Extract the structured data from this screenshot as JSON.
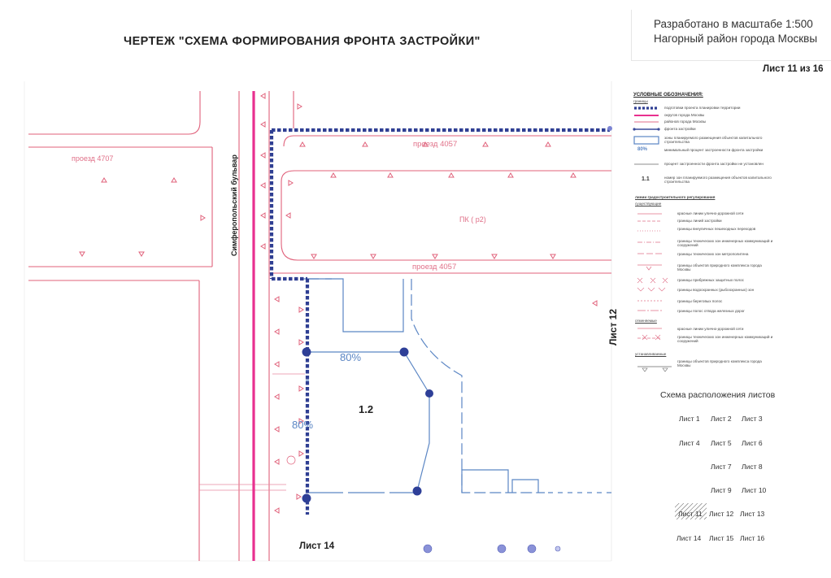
{
  "header": {
    "title": "ЧЕРТЕЖ \"СХЕМА ФОРМИРОВАНИЯ ФРОНТА ЗАСТРОЙКИ\"",
    "scale_note": "Разработано в масштабе 1:500",
    "district": "Нагорный район города Москвы",
    "sheet_number": "Лист 11 из 16"
  },
  "map": {
    "street_proezd_4707": "проезд 4707",
    "street_proezd_4057_top": "проезд 4057",
    "street_proezd_4057_bottom": "проезд 4057",
    "boulevard": "Симферопольский бульвар",
    "pk_label": "ПК ( р2)",
    "zone_label": "1.2",
    "percent_top": "80%",
    "percent_side": "80%",
    "sheet_right": "Лист 12",
    "sheet_bottom": "Лист 14"
  },
  "legend": {
    "title": "УСЛОВНЫЕ ОБОЗНАЧЕНИЯ:",
    "sub_general": "границы",
    "items": [
      "подготовки проекта планировки территории",
      "округов города Москвы",
      "районов города Москвы",
      "фронта застройки",
      "зоны планируемого размещения объектов капитального строительства",
      "минимальный процент застроенности фронта застройки",
      "процент застроенности фронта застройки не установлен",
      "номер зон планируемого размещения объектов капитального строительства"
    ],
    "sample_number": "1.1",
    "sample_percent": "80%",
    "section_title": "линии градостроительного регулирования",
    "sub_existing": "существующие",
    "existing_items": [
      "красные линии улично-дорожной сети",
      "границы линий застройки",
      "границы внеуличных пешеходных переходов",
      "границы технических зон инженерных коммуникаций и сооружений",
      "границы технических зон метрополитена",
      "границы объектов природного комплекса города Москвы",
      "границы прибрежных защитных полос",
      "границы водоохранных (рыбоохранных) зон",
      "границы береговых полос",
      "границы полос отвода железных дорог"
    ],
    "sub_approved": "отменяемые",
    "approved_items": [
      "красные линии улично-дорожной сети",
      "границы технических зон инженерных коммуникаций и сооружений"
    ],
    "sub_established": "устанавливаемые",
    "established_items": [
      "границы объектов природного комплекса города Москвы"
    ]
  },
  "sheet_schema": {
    "title": "Схема расположения листов",
    "rows": [
      [
        "Лист 1",
        "Лист 2",
        "Лист 3"
      ],
      [
        "Лист 4",
        "Лист 5",
        "Лист 6"
      ],
      [
        "",
        "Лист 7",
        "Лист 8"
      ],
      [
        "",
        "Лист 9",
        "Лист 10"
      ],
      [
        "Лист 11",
        "Лист 12",
        "Лист 13"
      ],
      [
        "Лист 14",
        "Лист 15",
        "Лист 16"
      ]
    ],
    "current": "Лист 11"
  },
  "colors": {
    "red_line": "#e0607a",
    "district_line": "#e8308f",
    "front_line": "#3a4a9a",
    "building_line": "#5b86c4"
  }
}
